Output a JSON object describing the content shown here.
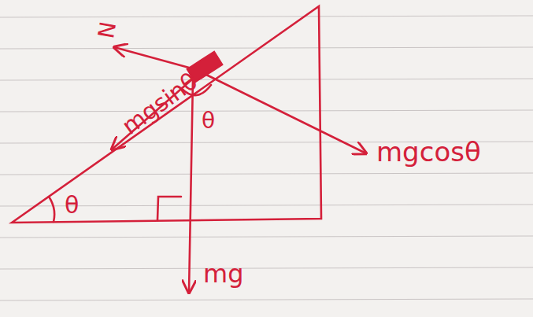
{
  "diagram": {
    "labels": [
      "N",
      "mgsinθ",
      "mgcosθ",
      "mg",
      "θ",
      "θ"
    ]
  }
}
